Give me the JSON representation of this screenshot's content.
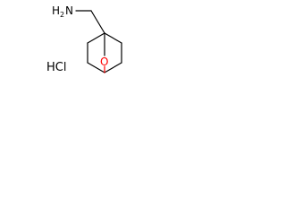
{
  "molecule": {
    "amine_label": "H",
    "amine_subscript": "2",
    "amine_label_suffix": "N",
    "oxygen_label": "O",
    "salt_label": "HCl"
  },
  "colors": {
    "bond": "#000000",
    "oxygen": "#ff0000",
    "background": "#ffffff"
  }
}
